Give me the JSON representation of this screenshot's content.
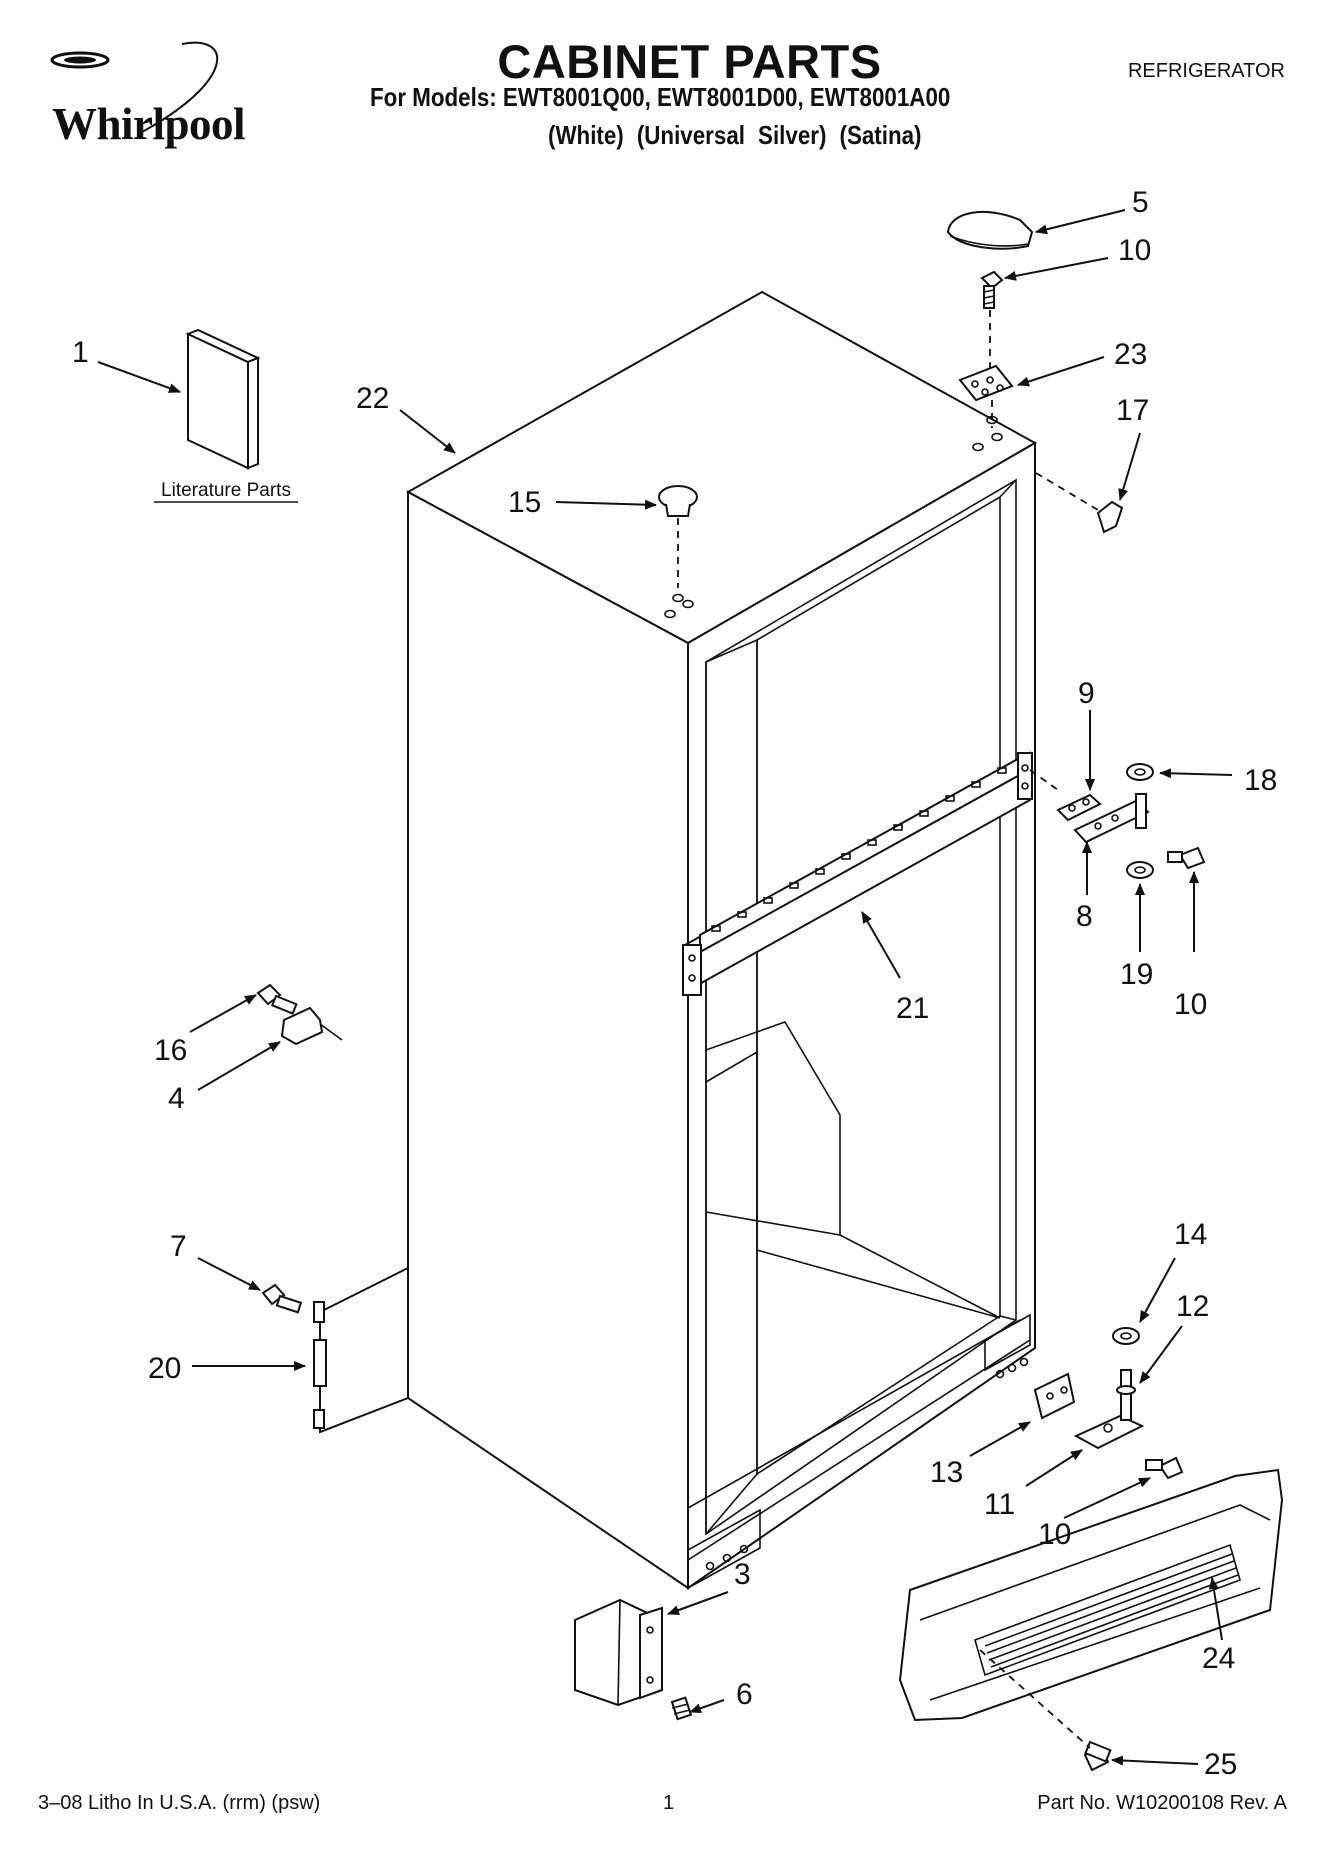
{
  "header": {
    "brand": "Whirlpool",
    "title": "CABINET PARTS",
    "models": "For Models: EWT8001Q00, EWT8001D00, EWT8001A00",
    "variants": "(White)   (Universal Silver)   (Satina)",
    "category": "REFRIGERATOR"
  },
  "diagram": {
    "literature_label": "Literature Parts",
    "callouts": {
      "c1": "1",
      "c3": "3",
      "c4": "4",
      "c5": "5",
      "c6": "6",
      "c7": "7",
      "c8": "8",
      "c9": "9",
      "c10a": "10",
      "c10b": "10",
      "c10c": "10",
      "c11": "11",
      "c12": "12",
      "c13": "13",
      "c14": "14",
      "c15": "15",
      "c16": "16",
      "c17": "17",
      "c18": "18",
      "c19": "19",
      "c20": "20",
      "c21": "21",
      "c22": "22",
      "c23": "23",
      "c24": "24",
      "c25": "25"
    }
  },
  "footer": {
    "litho": "3–08 Litho In U.S.A. (rrm) (psw)",
    "page": "1",
    "part_no": "Part No. W10200108 Rev. A"
  }
}
